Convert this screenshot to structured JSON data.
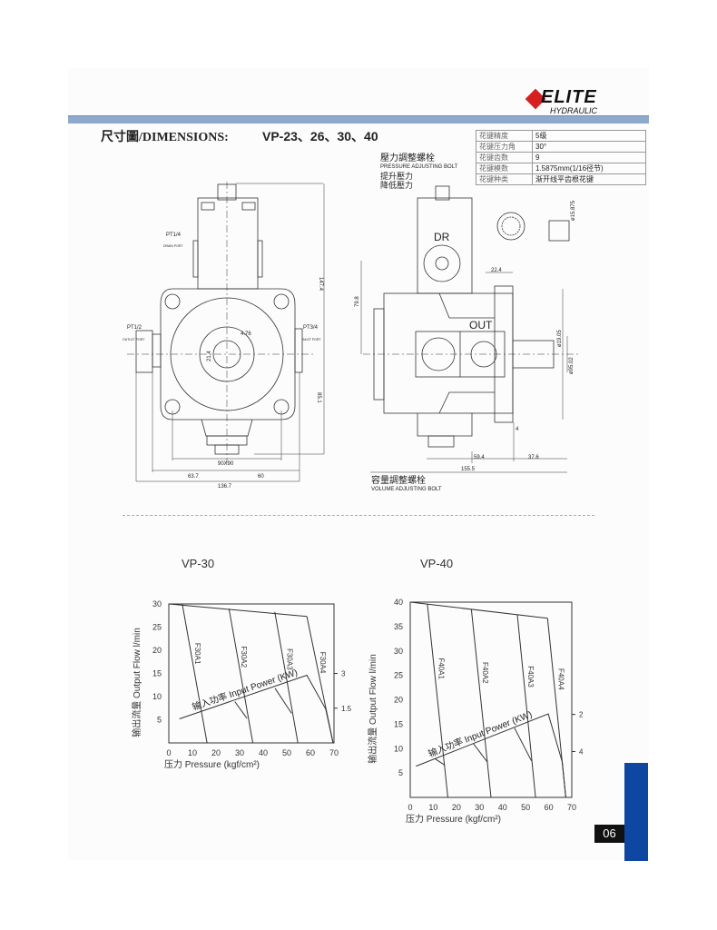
{
  "header": {
    "brand": "ELITE",
    "brand_sub": "HYDRAULIC",
    "brand_color": "#d62020",
    "bar_color": "#8fa9cc",
    "section_title": "尺寸圖/DIMENSIONS:",
    "models": "VP-23、26、30、40"
  },
  "spline_table": [
    {
      "key": "花键精度",
      "value": "5级"
    },
    {
      "key": "花键压力角",
      "value": "30°"
    },
    {
      "key": "花键齿数",
      "value": "9"
    },
    {
      "key": "花键模数",
      "value": "1.5875mm(1/16径节)"
    },
    {
      "key": "花键种类",
      "value": "渐开线平齿根花键"
    }
  ],
  "front_view": {
    "drain_port": "PT1/4",
    "drain_port_sub": "DRAIN PORT",
    "outlet_port": "PT1/2",
    "outlet_port_sub": "OUTLET PORT",
    "inlet_port": "PT3/4",
    "inlet_port_sub": "INLET PORT",
    "key_width": "4.76",
    "shaft_dim": "21.4",
    "height_top": "147.4",
    "height_bottom": "85.1",
    "bolt_pattern": "90X90",
    "width_left": "63.7",
    "width_right": "60",
    "width_total": "136.7"
  },
  "side_view": {
    "pressure_bolt_cn": "壓力調整螺栓",
    "pressure_bolt_en": "PRESSURE ADJUSTING BOLT",
    "raise_pressure": "提升壓力",
    "lower_pressure": "降低壓力",
    "dr_label": "DR",
    "out_label": "OUT",
    "dim_79_8": "79.8",
    "dim_22_4": "22.4",
    "dim_59_4": "59.4",
    "dim_37_6": "37.6",
    "dim_155_5": "155.5",
    "dim_4": "4",
    "shaft_dia": "ø19.05",
    "pilot_dia": "ø95.02",
    "spline_dia": "ø15.875",
    "volume_bolt_cn": "容量調整螺栓",
    "volume_bolt_en": "VOLUME ADJUSTING BOLT"
  },
  "chart_data": [
    {
      "type": "line",
      "title": "VP-30",
      "xlabel": "压力 Pressure (kgf/cm²)",
      "ylabel": "输出流量 Output Flow l/min",
      "power_label": "输入功率 Input Power (KW)",
      "xlim": [
        0,
        70
      ],
      "ylim": [
        0,
        30
      ],
      "xticks": [
        0,
        10,
        20,
        30,
        40,
        50,
        60,
        70
      ],
      "yticks": [
        5,
        10,
        15,
        20,
        25,
        30
      ],
      "right_ticks": [
        {
          "label": "3",
          "y": 15
        },
        {
          "label": "1.5",
          "y": 7.5
        }
      ],
      "envelope": [
        [
          0,
          30
        ],
        [
          58.5,
          27.3
        ]
      ],
      "series": [
        {
          "name": "F30A1",
          "points": [
            [
              5.7,
              30
            ],
            [
              16.2,
              0
            ]
          ]
        },
        {
          "name": "F30A2",
          "points": [
            [
              25.5,
              29
            ],
            [
              35.6,
              0
            ]
          ]
        },
        {
          "name": "F30A3",
          "points": [
            [
              44.9,
              28.3
            ],
            [
              54.7,
              0
            ]
          ]
        },
        {
          "name": "F30A4",
          "points": [
            [
              58.5,
              27.3
            ],
            [
              69.6,
              0
            ]
          ]
        }
      ],
      "power": [
        [
          4.5,
          5.2
        ],
        [
          58.5,
          14.6
        ],
        [
          66.5,
          7.3
        ],
        [
          69.6,
          0
        ]
      ],
      "power_drops": [
        [
          [
            28,
            8.9
          ],
          [
            33.1,
            5.3
          ]
        ],
        [
          [
            45,
            11.8
          ],
          [
            52,
            6.4
          ]
        ]
      ]
    },
    {
      "type": "line",
      "title": "VP-40",
      "xlabel": "压力 Pressure (kgf/cm²)",
      "ylabel": "输出流量 Output Flow l/min",
      "power_label": "输入功率 Input Power (KW)",
      "xlim": [
        0,
        70
      ],
      "ylim": [
        0,
        40
      ],
      "xticks": [
        0,
        10,
        20,
        30,
        40,
        50,
        60,
        70
      ],
      "yticks": [
        5,
        10,
        15,
        20,
        25,
        30,
        35,
        40
      ],
      "right_ticks": [
        {
          "label": "2",
          "y": 17
        },
        {
          "label": "4",
          "y": 9.4
        }
      ],
      "envelope": [
        [
          0,
          40
        ],
        [
          59.5,
          36.7
        ]
      ],
      "series": [
        {
          "name": "F40A1",
          "points": [
            [
              7.4,
              39.7
            ],
            [
              16.3,
              0
            ]
          ]
        },
        {
          "name": "F40A2",
          "points": [
            [
              26.5,
              38.5
            ],
            [
              35,
              0
            ]
          ]
        },
        {
          "name": "F40A3",
          "points": [
            [
              46.4,
              37.4
            ],
            [
              54.3,
              0
            ]
          ]
        },
        {
          "name": "F40A4",
          "points": [
            [
              59.5,
              36.7
            ],
            [
              67.4,
              0
            ]
          ]
        }
      ],
      "power": [
        [
          2.5,
          6.4
        ],
        [
          59.8,
          17.1
        ],
        [
          65.9,
          7.2
        ],
        [
          67.4,
          0
        ]
      ],
      "power_drops": [
        [
          [
            10.8,
            7.9
          ],
          [
            15,
            6.6
          ]
        ],
        [
          [
            27.4,
            11
          ],
          [
            33.5,
            7.2
          ]
        ],
        [
          [
            45.2,
            14.2
          ],
          [
            52.5,
            7.5
          ]
        ]
      ]
    }
  ],
  "footer": {
    "page_number": "06",
    "tab_color": "#0d47a1"
  }
}
